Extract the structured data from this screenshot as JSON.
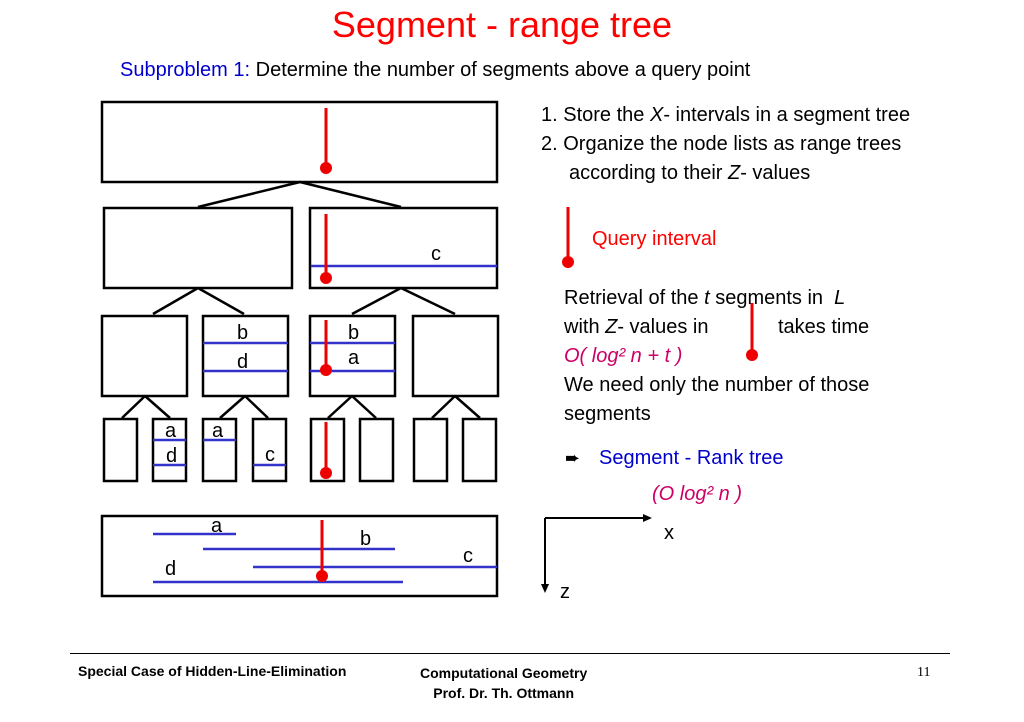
{
  "title": "Segment - range tree",
  "subtitle": {
    "label": "Subproblem 1:",
    "text": "Determine the number of segments above a query point"
  },
  "steps": {
    "s1_pre": "1. Store the ",
    "s1_var": "X",
    "s1_post": "- intervals in a segment tree",
    "s2_line1": "2. Organize the node lists as range trees",
    "s2_line2_pre": "according to their ",
    "s2_line2_var": "Z",
    "s2_line2_post": "- values"
  },
  "legend": {
    "query_interval": "Query interval"
  },
  "retrieval": {
    "l1_pre": "Retrieval of the ",
    "l1_t": "t",
    "l1_mid": " segments in ",
    "l1_L": "L",
    "l2_pre": "with ",
    "l2_Z": "Z",
    "l2_mid": "- values in",
    "l2_post": "takes time",
    "complexity": "O( log² n + t )",
    "l4": "We need only the number of those",
    "l5": "segments"
  },
  "conclusion": {
    "arrow": "➨",
    "text": "Segment -  Rank tree",
    "complexity": "(O log² n )"
  },
  "axes": {
    "x": "x",
    "z": "z"
  },
  "tree_labels": {
    "c_l1": "c",
    "b_l2a": "b",
    "d_l2a": "d",
    "b_l2b": "b",
    "a_l2b": "a",
    "a_l3a": "a",
    "d_l3a": "d",
    "a_l3b": "a",
    "c_l3b": "c",
    "a_bot": "a",
    "b_bot": "b",
    "c_bot": "c",
    "d_bot": "d"
  },
  "footer": {
    "left": "Special Case of Hidden-Line-Elimination",
    "mid1": "Computational Geometry",
    "mid2": "Prof. Dr. Th. Ottmann",
    "page": "11"
  },
  "colors": {
    "title": "#ff0000",
    "accent": "#0000cc",
    "segment": "#3333cc",
    "query": "#ee0000",
    "complexity": "#cc0066"
  }
}
